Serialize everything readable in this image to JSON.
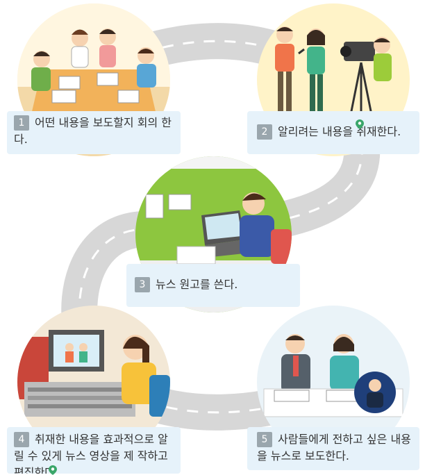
{
  "steps": [
    {
      "number": "1",
      "text": "어떤 내용을 보도할지 회의 한다."
    },
    {
      "number": "2",
      "text": "알리려는 내용을 취재한다."
    },
    {
      "number": "3",
      "text": "뉴스 원고를 쓴다."
    },
    {
      "number": "4",
      "text": "취재한 내용을 효과적으로 알릴 수 있게 뉴스 영상을 제 작하고 편집한다."
    },
    {
      "number": "5",
      "text": "사람들에게 전하고 싶은 내용을 뉴스로 보도한다."
    }
  ],
  "colors": {
    "road": "#d7d7d7",
    "road_line": "#ffffff",
    "caption_bg": "#e6f2fa",
    "number_bg": "#9aa6ad",
    "pin": "#3aa66a"
  },
  "icons": [
    "location-pin-icon"
  ]
}
